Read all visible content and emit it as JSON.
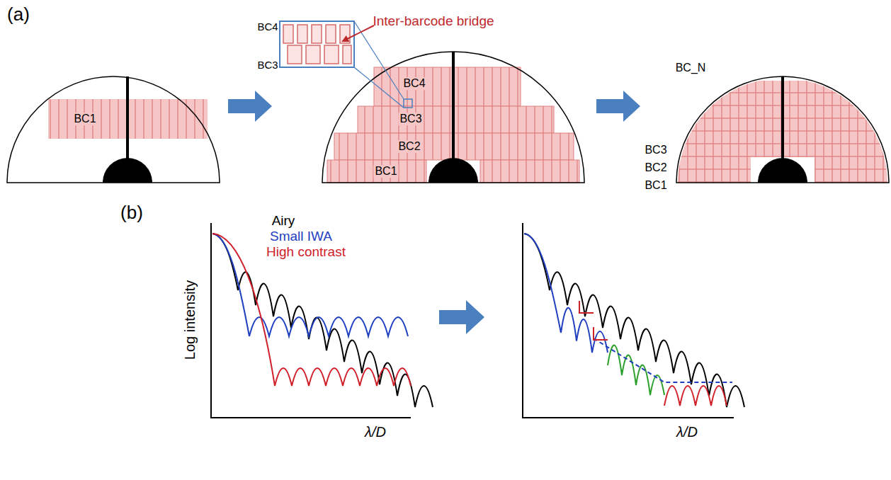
{
  "diagram": {
    "labels": [
      "(a)",
      "BC1",
      "Inter-barcode bridge",
      "BC4",
      "BC3",
      "BC4",
      "BC3",
      "BC2",
      "BC1",
      "BC_N",
      "BC3",
      "BC2",
      "BC1",
      "(b)",
      "Log intensity",
      "λ/D",
      "λ/D"
    ],
    "legend": [
      {
        "text": "Airy"
      },
      {
        "text": "Small IWA"
      },
      {
        "text": "High contrast"
      }
    ]
  }
}
